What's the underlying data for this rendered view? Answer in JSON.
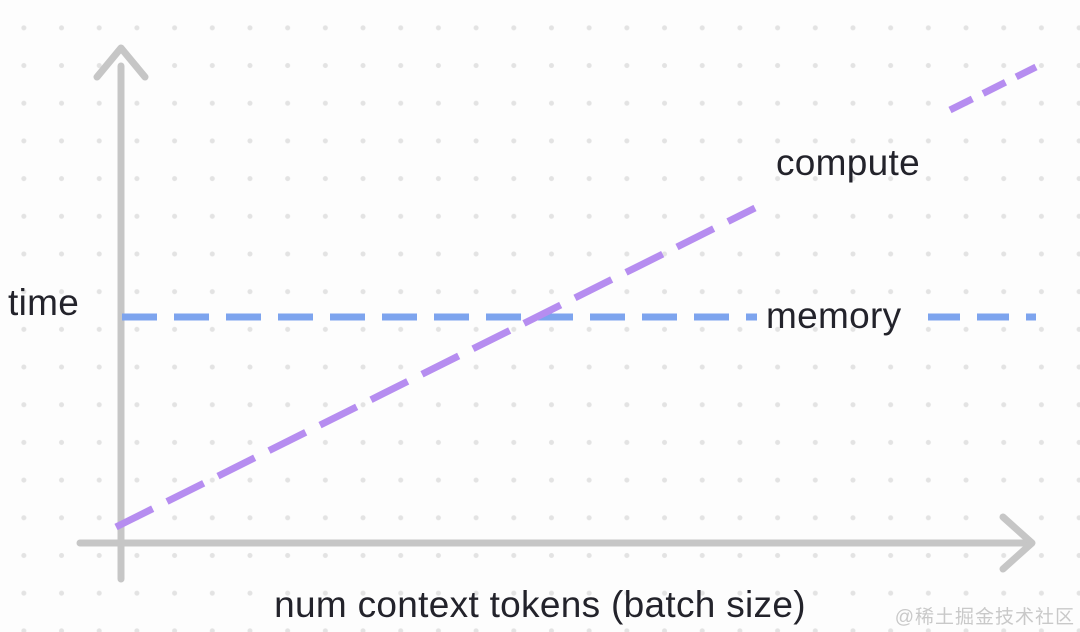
{
  "colors": {
    "background": "#fdfdfd",
    "dot_grid": "#e3e3e3",
    "axis": "#c6c6c6",
    "compute_line": "#b68df0",
    "memory_line": "#7da4ee",
    "label_text": "#23232b",
    "watermark_text": "#c9c9c9"
  },
  "labels": {
    "y_axis": "time",
    "x_axis": "num context tokens (batch size)",
    "compute": "compute",
    "memory": "memory"
  },
  "watermark": "@稀土掘金技术社区",
  "chart_data": {
    "type": "line",
    "title": "",
    "xlabel": "num context tokens (batch size)",
    "ylabel": "time",
    "axes": "unlabeled conceptual axes with arrowheads, no tick marks",
    "grid": "light dot grid background",
    "legend_position": "inline labels on lines",
    "x_normalized": [
      0,
      1
    ],
    "series": [
      {
        "name": "compute",
        "style": "dashed",
        "color": "#b68df0",
        "trend": "linear increasing with context length",
        "x": [
          0,
          1
        ],
        "y_normalized": [
          0.03,
          0.95
        ]
      },
      {
        "name": "memory",
        "style": "dashed",
        "color": "#7da4ee",
        "trend": "constant with context length",
        "x": [
          0,
          1
        ],
        "y_normalized": [
          0.455,
          0.455
        ]
      }
    ]
  }
}
